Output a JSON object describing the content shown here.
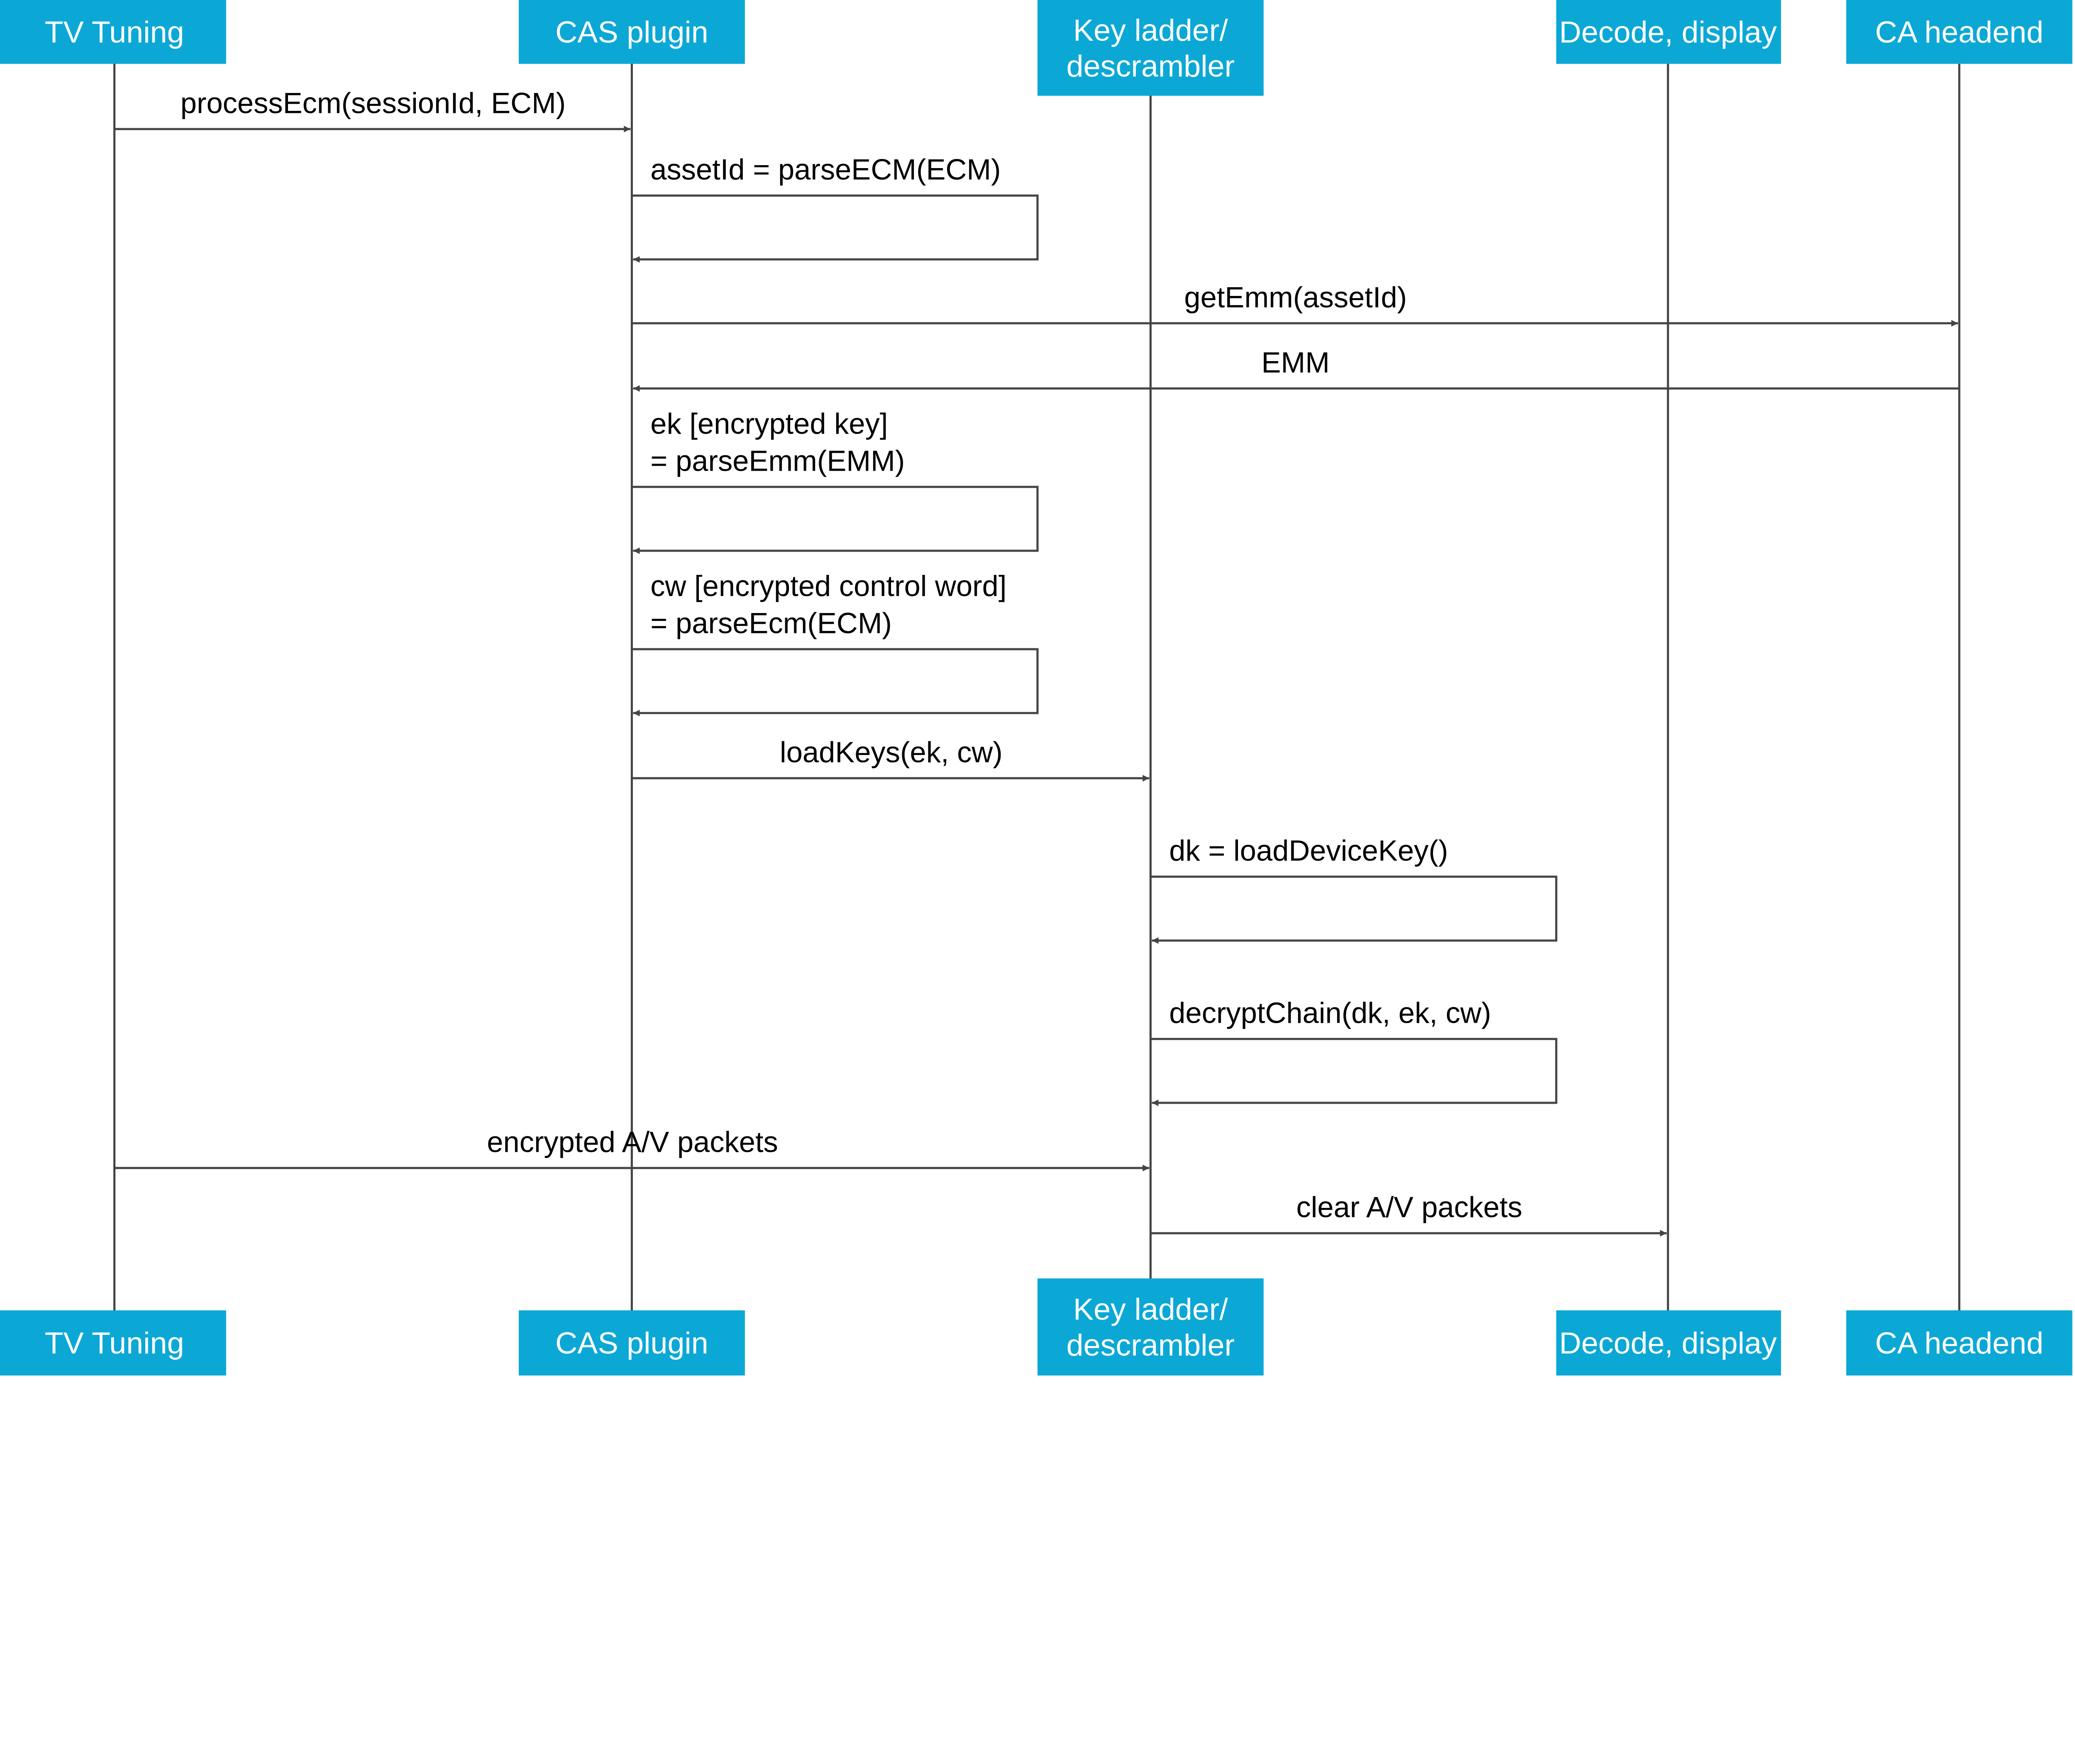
{
  "colors": {
    "participant_fill": "#0BA8D6",
    "participant_text": "#FFFFFF",
    "line": "#444444",
    "label": "#000000"
  },
  "participants": [
    {
      "id": "tv",
      "label": [
        "TV Tuning"
      ]
    },
    {
      "id": "cas",
      "label": [
        "CAS plugin"
      ]
    },
    {
      "id": "kl",
      "label": [
        "Key ladder/",
        "descrambler"
      ]
    },
    {
      "id": "dec",
      "label": [
        "Decode, display"
      ]
    },
    {
      "id": "ca",
      "label": [
        "CA headend"
      ]
    }
  ],
  "messages": [
    {
      "from": "tv",
      "to": "cas",
      "label": [
        "processEcm(sessionId, ECM)"
      ]
    },
    {
      "from": "cas",
      "to": "cas",
      "label": [
        "assetId = parseECM(ECM)"
      ]
    },
    {
      "from": "cas",
      "to": "ca",
      "label": [
        "getEmm(assetId)"
      ]
    },
    {
      "from": "ca",
      "to": "cas",
      "label": [
        "EMM"
      ]
    },
    {
      "from": "cas",
      "to": "cas",
      "label": [
        "ek [encrypted key]",
        "= parseEmm(EMM)"
      ]
    },
    {
      "from": "cas",
      "to": "cas",
      "label": [
        "cw [encrypted control word]",
        "= parseEcm(ECM)"
      ]
    },
    {
      "from": "cas",
      "to": "kl",
      "label": [
        "loadKeys(ek, cw)"
      ]
    },
    {
      "from": "kl",
      "to": "kl",
      "label": [
        "dk = loadDeviceKey()"
      ]
    },
    {
      "from": "kl",
      "to": "kl",
      "label": [
        "decryptChain(dk, ek, cw)"
      ]
    },
    {
      "from": "tv",
      "to": "kl",
      "label": [
        "encrypted A/V packets"
      ]
    },
    {
      "from": "kl",
      "to": "dec",
      "label": [
        "clear A/V packets"
      ]
    }
  ]
}
